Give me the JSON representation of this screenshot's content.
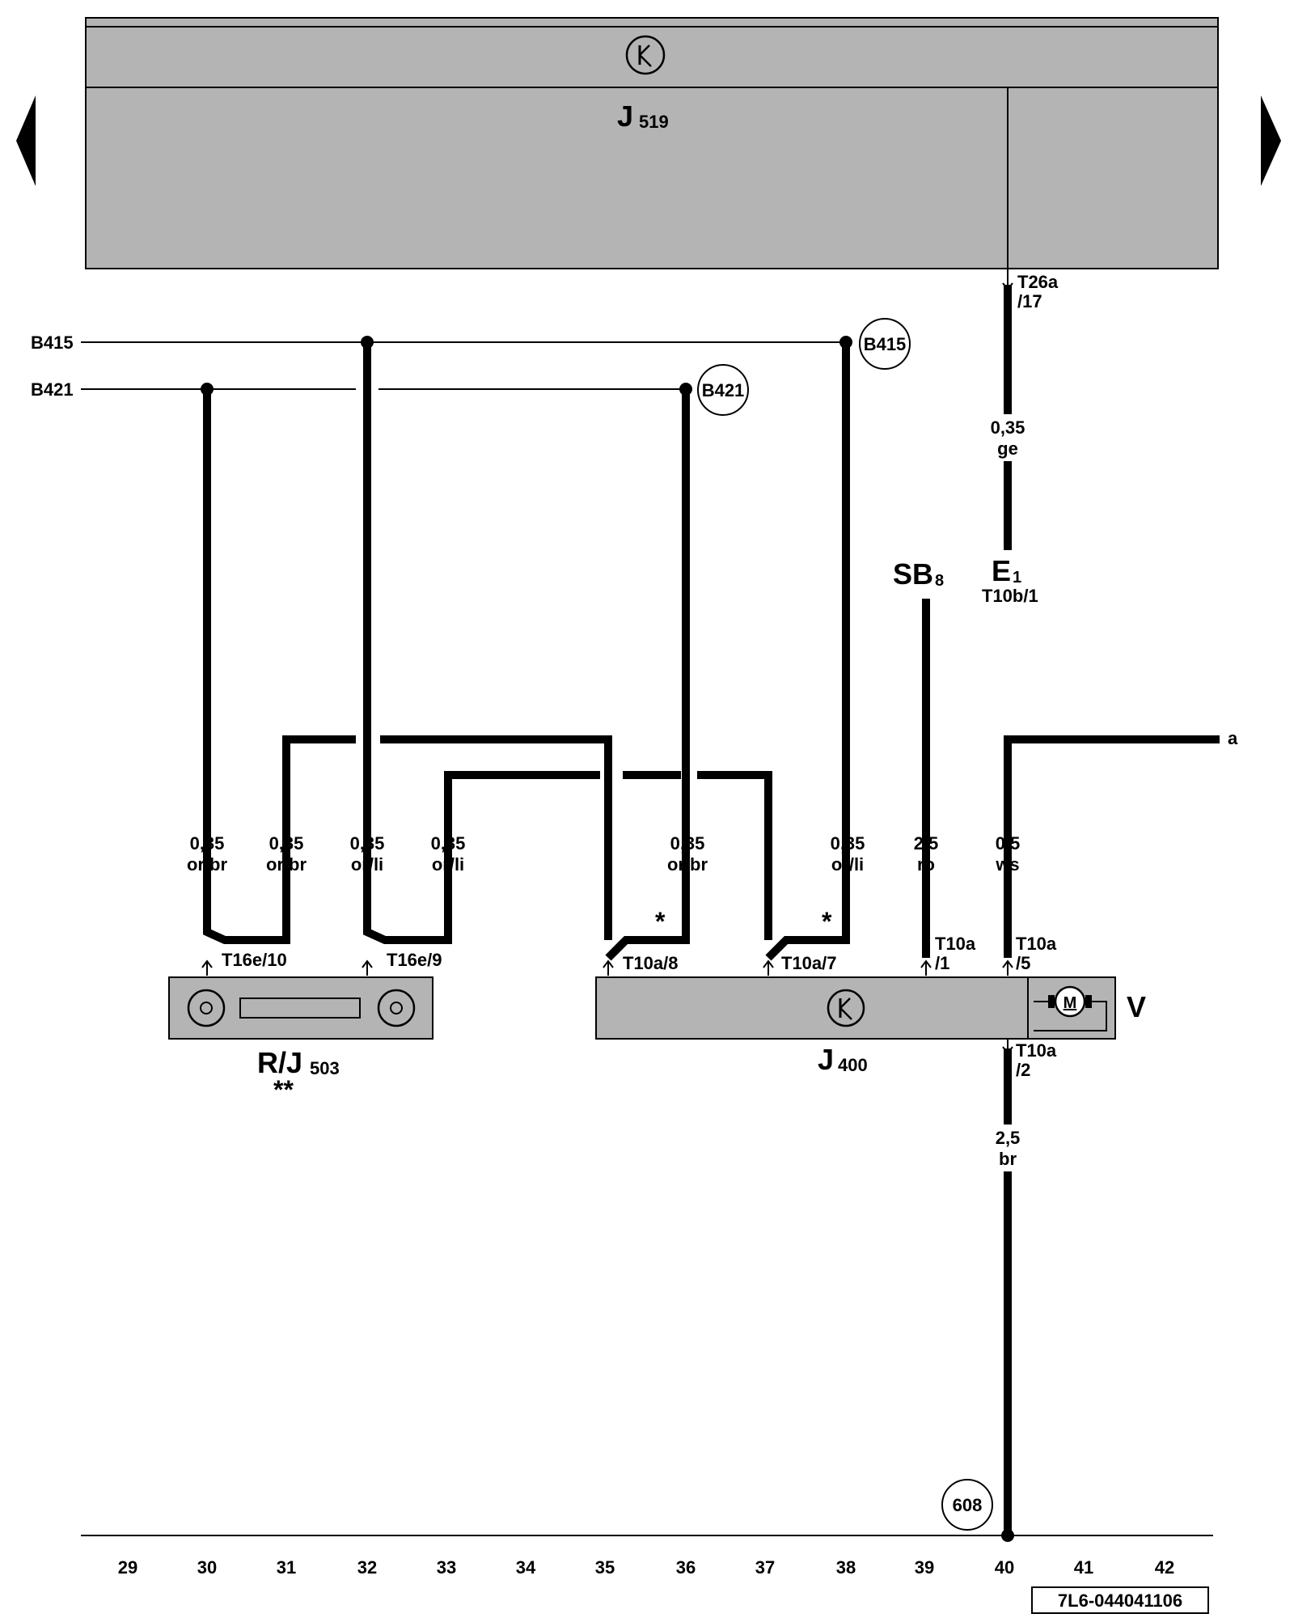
{
  "modules": {
    "j519": {
      "name": "J",
      "sub": "519"
    },
    "j400": {
      "name": "J",
      "sub": "400"
    },
    "rj503": {
      "name": "R/J",
      "sub": "503",
      "note": "**"
    },
    "v": {
      "name": "V"
    },
    "motor": {
      "symbol": "M"
    }
  },
  "sources": {
    "b415": "B415",
    "b421": "B421",
    "b415_ref": "B415",
    "b421_ref": "B421",
    "sb8": {
      "name": "SB",
      "sub": "8"
    },
    "e1": {
      "name": "E",
      "sub": "1",
      "pin": "T10b/1"
    }
  },
  "wires": [
    {
      "size": "0,35",
      "color": "or/br"
    },
    {
      "size": "0,35",
      "color": "or/br"
    },
    {
      "size": "0,35",
      "color": "or/li"
    },
    {
      "size": "0,35",
      "color": "or/li"
    },
    {
      "size": "0,35",
      "color": "or/br"
    },
    {
      "size": "0,35",
      "color": "or/li"
    },
    {
      "size": "2,5",
      "color": "ro"
    },
    {
      "size": "0,5",
      "color": "ws"
    },
    {
      "size": "0,35",
      "color": "ge"
    },
    {
      "size": "2,5",
      "color": "br"
    }
  ],
  "pins": {
    "t26a_17": {
      "l1": "T26a",
      "l2": "/17"
    },
    "t16e_10": "T16e/10",
    "t16e_9": "T16e/9",
    "t10a_8": "T10a/8",
    "t10a_7": "T10a/7",
    "t10a_1": {
      "l1": "T10a",
      "l2": "/1"
    },
    "t10a_5": {
      "l1": "T10a",
      "l2": "/5"
    },
    "t10a_2": {
      "l1": "T10a",
      "l2": "/2"
    }
  },
  "marks": {
    "star1": "*",
    "star2": "*"
  },
  "continuation": "a",
  "ground_ref": "608",
  "columns": [
    "29",
    "30",
    "31",
    "32",
    "33",
    "34",
    "35",
    "36",
    "37",
    "38",
    "39",
    "40",
    "41",
    "42"
  ],
  "doc_code": "7L6-044041106"
}
